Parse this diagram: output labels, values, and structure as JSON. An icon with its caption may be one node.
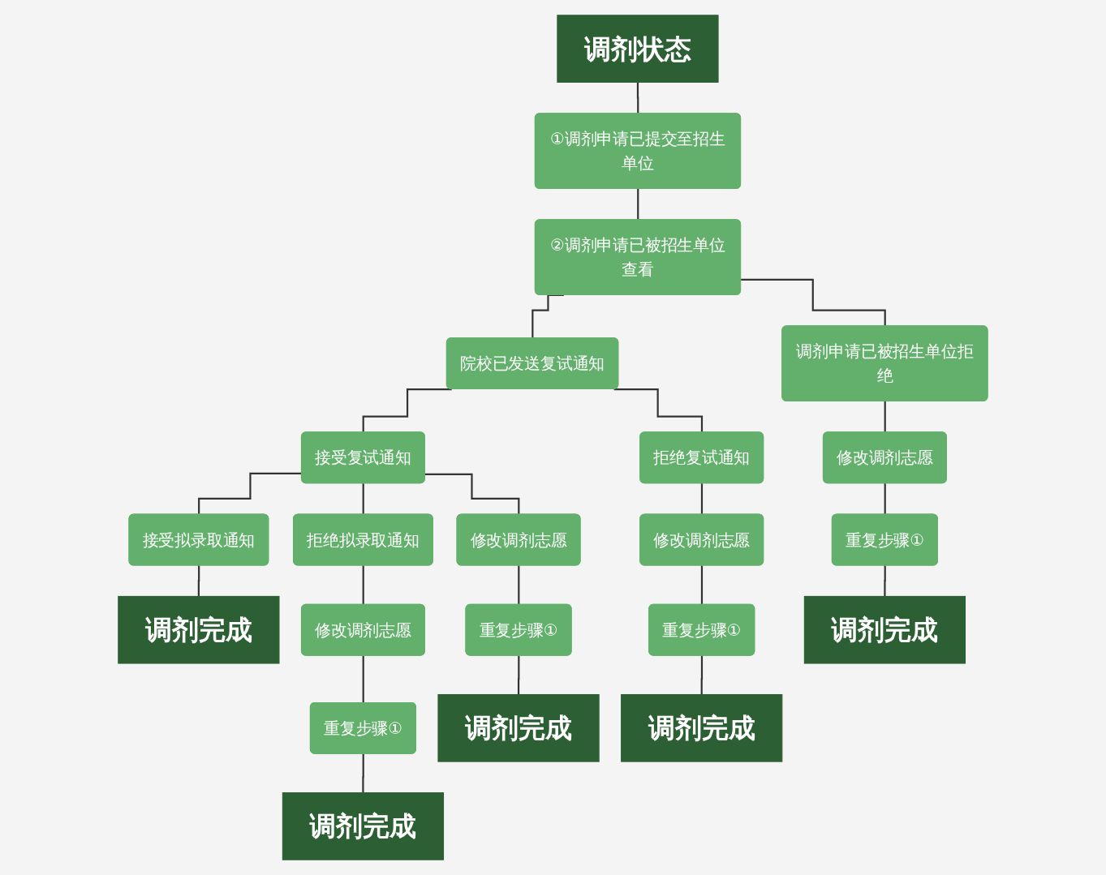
{
  "diagram": {
    "nodes": [
      {
        "text": [
          "调剂状态"
        ]
      },
      {
        "text": [
          "①调剂申请已提交至招生单位"
        ]
      },
      {
        "text": [
          "②调剂申请已被招生单位查看"
        ]
      },
      {
        "text": [
          "院校已发送复试通知"
        ]
      },
      {
        "text": [
          "调剂申请已被招生单位拒绝"
        ]
      },
      {
        "text": [
          "接受复试通知"
        ]
      },
      {
        "text": [
          "拒绝复试通知"
        ]
      },
      {
        "text": [
          "修改调剂志愿"
        ]
      },
      {
        "text": [
          "接受拟录取通知"
        ]
      },
      {
        "text": [
          "拒绝拟录取通知"
        ]
      },
      {
        "text": [
          "修改调剂志愿"
        ]
      },
      {
        "text": [
          "修改调剂志愿"
        ]
      },
      {
        "text": [
          "重复步骤①"
        ]
      },
      {
        "text": [
          "调剂完成"
        ]
      },
      {
        "text": [
          "修改调剂志愿"
        ]
      },
      {
        "text": [
          "重复步骤①"
        ]
      },
      {
        "text": [
          "重复步骤①"
        ]
      },
      {
        "text": [
          "调剂完成"
        ]
      },
      {
        "text": [
          "重复步骤①"
        ]
      },
      {
        "text": [
          "调剂完成"
        ]
      },
      {
        "text": [
          "调剂完成"
        ]
      },
      {
        "text": [
          "调剂完成"
        ]
      }
    ],
    "edges": [
      {
        "from": 0,
        "to": 1,
        "arrow": "none"
      },
      {
        "from": 1,
        "to": 2,
        "arrow": "none"
      },
      {
        "from": 2,
        "to": 3,
        "arrow": "none"
      },
      {
        "from": 2,
        "to": 4,
        "arrow": "none"
      },
      {
        "from": 3,
        "to": 5,
        "arrow": "none"
      },
      {
        "from": 3,
        "to": 6,
        "arrow": "none"
      },
      {
        "from": 4,
        "to": 7,
        "arrow": "none"
      },
      {
        "from": 5,
        "to": 8,
        "arrow": "none"
      },
      {
        "from": 5,
        "to": 9,
        "arrow": "none"
      },
      {
        "from": 5,
        "to": 10,
        "arrow": "none"
      },
      {
        "from": 6,
        "to": 11,
        "arrow": "none"
      },
      {
        "from": 7,
        "to": 12,
        "arrow": "none"
      },
      {
        "from": 8,
        "to": 13,
        "arrow": "none"
      },
      {
        "from": 9,
        "to": 14,
        "arrow": "none"
      },
      {
        "from": 10,
        "to": 15,
        "arrow": "none"
      },
      {
        "from": 11,
        "to": 16,
        "arrow": "none"
      },
      {
        "from": 12,
        "to": 17,
        "arrow": "none"
      },
      {
        "from": 14,
        "to": 18,
        "arrow": "none"
      },
      {
        "from": 15,
        "to": 19,
        "arrow": "none"
      },
      {
        "from": 16,
        "to": 20,
        "arrow": "none"
      },
      {
        "from": 18,
        "to": 21,
        "arrow": "none"
      }
    ]
  }
}
